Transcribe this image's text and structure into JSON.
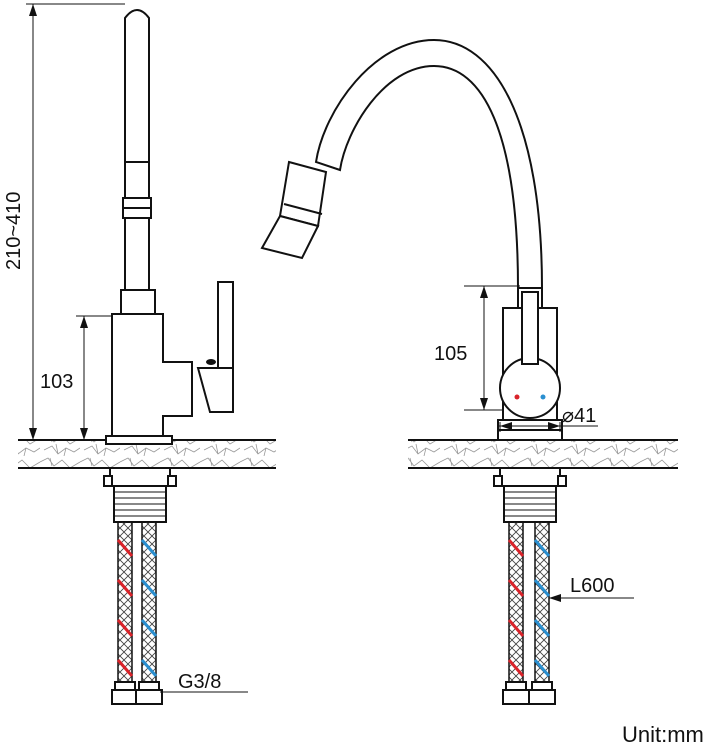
{
  "side_view": {
    "total_height_label": "210~410",
    "body_height_label": "103",
    "thread_label": "G3/8"
  },
  "front_view": {
    "handle_height_label": "105",
    "diameter_label": "⌀41",
    "hose_length_label": "L600"
  },
  "unit_label": "Unit:mm",
  "colors": {
    "hot": "#d9232a",
    "cold": "#2a8fd0",
    "line": "#111111",
    "counter": "#888888"
  }
}
